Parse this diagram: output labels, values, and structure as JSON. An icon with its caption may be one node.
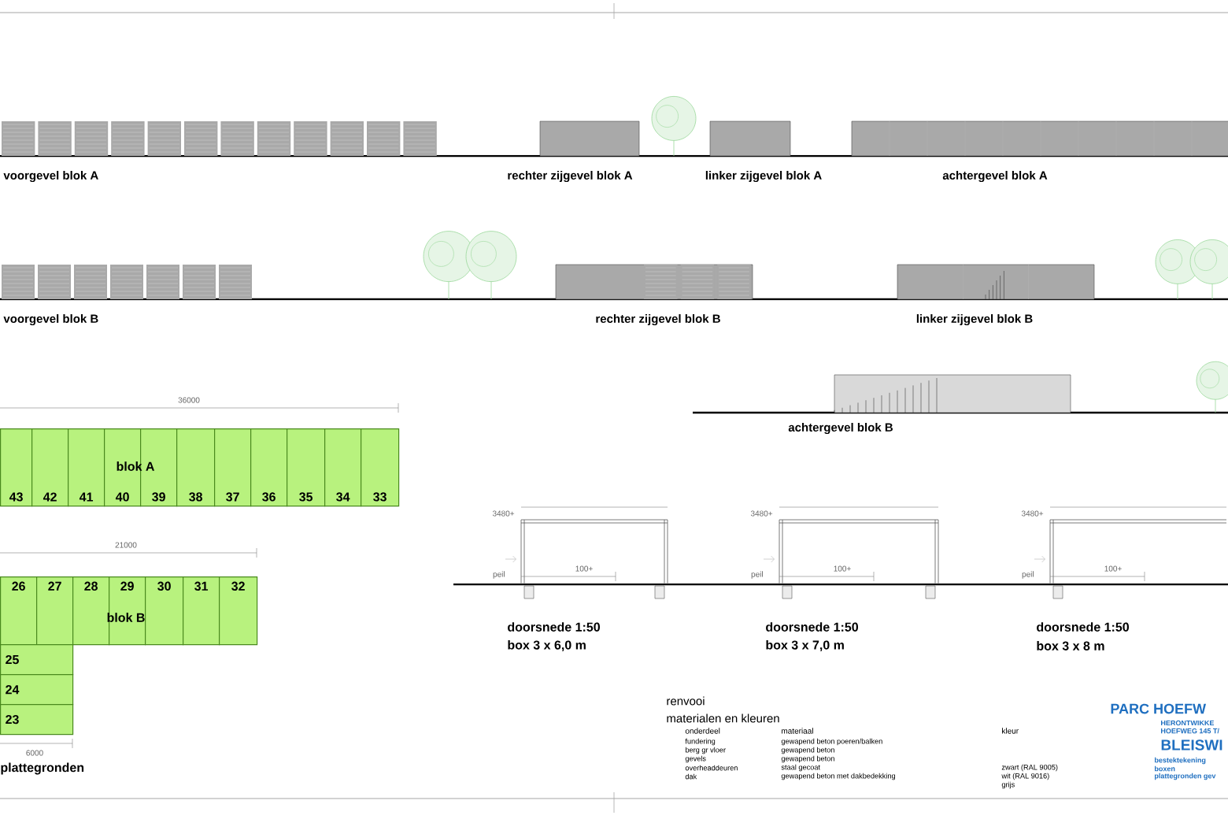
{
  "diagram": {
    "nodes": [
      {
        "text": [
          "43"
        ]
      },
      {
        "text": [
          "42"
        ]
      },
      {
        "text": [
          "41"
        ]
      },
      {
        "text": [
          "40"
        ]
      },
      {
        "text": [
          "39"
        ]
      },
      {
        "text": [
          "38"
        ]
      },
      {
        "text": [
          "37"
        ]
      },
      {
        "text": [
          "36"
        ]
      },
      {
        "text": [
          "35"
        ]
      },
      {
        "text": [
          "34"
        ]
      },
      {
        "text": [
          "33"
        ]
      },
      {
        "text": [
          "26"
        ]
      },
      {
        "text": [
          "27"
        ]
      },
      {
        "text": [
          "28"
        ]
      },
      {
        "text": [
          "29"
        ]
      },
      {
        "text": [
          "30"
        ]
      },
      {
        "text": [
          "31"
        ]
      },
      {
        "text": [
          "32"
        ]
      },
      {
        "text": [
          "25"
        ]
      },
      {
        "text": [
          "24"
        ]
      },
      {
        "text": [
          "23"
        ]
      }
    ],
    "labels": [
      "voorgevel blok A",
      "rechter zijgevel blok A",
      "linker zijgevel blok A",
      "achtergevel blok A",
      "voorgevel blok B",
      "rechter zijgevel blok B",
      "linker zijgevel blok B",
      "achtergevel blok B",
      "36000",
      "blok A",
      "21000",
      "blok B",
      "6000",
      "plattegronden",
      "3480+",
      "peil",
      "100+",
      "doorsnede 1:50",
      "box 3 x 6,0 m",
      "3480+",
      "peil",
      "100+",
      "doorsnede 1:50",
      "box 3 x 7,0 m",
      "3480+",
      "peil",
      "100+",
      "doorsnede 1:50",
      "box 3 x 8 m",
      "renvooi",
      "materialen en kleuren",
      "onderdeel",
      "materiaal",
      "kleur",
      "fundering",
      "gewapend beton poeren/balken",
      "berg gr vloer",
      "gewapend beton",
      "gevels",
      "gewapend beton",
      "overheaddeuren",
      "staal gecoat",
      "zwart (RAL 9005)",
      "dak",
      "gewapend beton met dakbedekking",
      "wit (RAL 9016)",
      "grijs",
      "PARC HOEFW",
      "HERONTWIKKE",
      "HOEFWEG 145 T/",
      "BLEISWI",
      "bestektekening",
      "boxen",
      "plattegronden gev"
    ]
  }
}
